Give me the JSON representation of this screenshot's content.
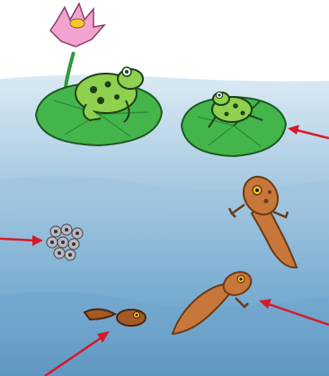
{
  "colors": {
    "water_light": "#cfe3ef",
    "water_mid": "#8fbcd9",
    "water_deep": "#5f97c2",
    "lily_pad": "#44b54a",
    "lily_pad_dark": "#2a8a34",
    "frog_green": "#8fd14f",
    "frog_spots": "#1d3f1a",
    "flower_pink": "#f2a3cf",
    "flower_center": "#f5c92d",
    "tadpole_brown": "#c8773b",
    "tadpole_dark": "#6b3a16",
    "egg_grey": "#b9b9c3",
    "arrow_red": "#d7192a"
  },
  "stages": [
    {
      "name": "adult-frog-on-lily-pad"
    },
    {
      "name": "young-frog-on-lily-pad"
    },
    {
      "name": "tadpole-with-legs"
    },
    {
      "name": "tadpole-with-back-legs"
    },
    {
      "name": "frog-eggs"
    },
    {
      "name": "hatchling-tadpole"
    }
  ],
  "icons": {
    "flower": "water-lily-flower-icon",
    "arrow": "pointer-arrow-icon"
  }
}
